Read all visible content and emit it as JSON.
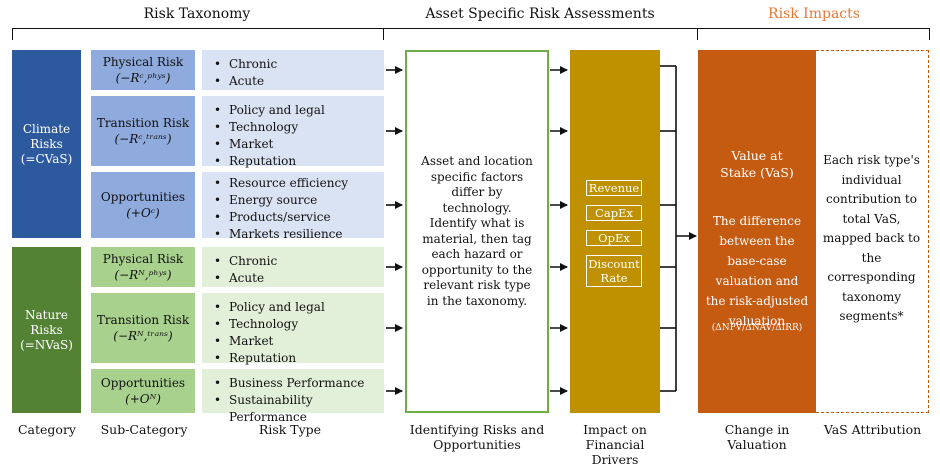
{
  "sections": {
    "risk_taxonomy": "Risk Taxonomy",
    "asset_assessments": "Asset Specific Risk Assessments",
    "risk_impacts": "Risk Impacts"
  },
  "categories": [
    {
      "label": "Climate Risks",
      "sub": "(=CVaS)"
    },
    {
      "label": "Nature Risks",
      "sub": "(=NVaS)"
    }
  ],
  "subcategories": [
    {
      "name": "Physical Risk",
      "formula": "(−Rᶜ,ᵖʰʸˢ)"
    },
    {
      "name": "Transition Risk",
      "formula": "(−Rᶜ,ᵗʳᵃⁿˢ)"
    },
    {
      "name": "Opportunities",
      "formula": "(+Oᶜ)"
    },
    {
      "name": "Physical Risk",
      "formula": "(−Rᴺ,ᵖʰʸˢ)"
    },
    {
      "name": "Transition Risk",
      "formula": "(−Rᴺ,ᵗʳᵃⁿˢ)"
    },
    {
      "name": "Opportunities",
      "formula": "(+Oᴺ)"
    }
  ],
  "risk_types": [
    [
      "Chronic",
      "Acute"
    ],
    [
      "Policy and legal",
      "Technology",
      "Market",
      "Reputation"
    ],
    [
      "Resource efficiency",
      "Energy source",
      "Products/service",
      "Markets resilience"
    ],
    [
      "Chronic",
      "Acute"
    ],
    [
      "Policy and legal",
      "Technology",
      "Market",
      "Reputation"
    ],
    [
      "Business Performance",
      "Sustainability Performance"
    ]
  ],
  "assessment_text": "Asset and location specific factors differ by technology. Identify what is material, then tag each hazard or opportunity to the relevant risk type in the taxonomy.",
  "financial_drivers": [
    "Revenue",
    "CapEx",
    "OpEx",
    "Discount Rate"
  ],
  "vas": {
    "title": "Value at Stake (VaS)",
    "body": "The difference between the base-case valuation and the risk-adjusted valuation",
    "formula": "(ΔNPV/ΔNAV/ΔIRR)"
  },
  "attribution_text": "Each risk type's individual contribution to total VaS, mapped back to the corresponding taxonomy segments*",
  "bottom_labels": {
    "category": "Category",
    "subcategory": "Sub-Category",
    "risk_type": "Risk Type",
    "identifying": "Identifying Risks and Opportunities",
    "impact": "Impact on Financial Drivers",
    "change": "Change in Valuation",
    "attribution": "VaS Attribution"
  },
  "colors": {
    "climate_dark": "#2d5a9e",
    "climate_mid": "#8faadc",
    "climate_light": "#dae3f3",
    "nature_dark": "#548235",
    "nature_mid": "#a9d18e",
    "nature_light": "#e2efd9",
    "gold": "#bf9000",
    "orange": "#c55a11",
    "impact_title": "#e2793a",
    "green_border": "#70ad47"
  }
}
